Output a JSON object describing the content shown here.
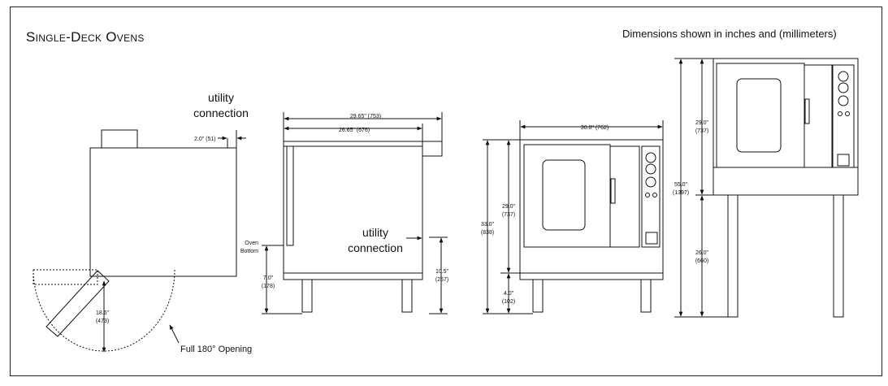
{
  "title": "Single-Deck Ovens",
  "dimensions_note": "Dimensions shown in inches and (millimeters)",
  "top_view": {
    "utility_line1": "utility",
    "utility_line2": "connection",
    "offset_dim": "2.0\" (51)",
    "door_dim_in": "18.6\"",
    "door_dim_mm": "(473)",
    "opening_label": "Full 180° Opening"
  },
  "side_view": {
    "overall_depth": "29.65\" (753)",
    "body_depth": "26.65\" (676)",
    "oven_bottom_line1": "Oven",
    "oven_bottom_line2": "Bottom",
    "oven_bottom_in": "7.0\"",
    "oven_bottom_mm": "(178)",
    "utility_line1": "utility",
    "utility_line2": "connection",
    "utility_height_in": "10.5\"",
    "utility_height_mm": "(267)"
  },
  "front_view_short": {
    "width": "30.0\" (762)",
    "total_height_in": "33.0\"",
    "total_height_mm": "(838)",
    "body_height_in": "29.0\"",
    "body_height_mm": "(737)",
    "leg_height_in": "4.0\"",
    "leg_height_mm": "(102)"
  },
  "front_view_tall": {
    "body_height_in": "29.0\"",
    "body_height_mm": "(737)",
    "total_height_in": "55.0\"",
    "total_height_mm": "(1397)",
    "leg_height_in": "26.0\"",
    "leg_height_mm": "(660)"
  }
}
